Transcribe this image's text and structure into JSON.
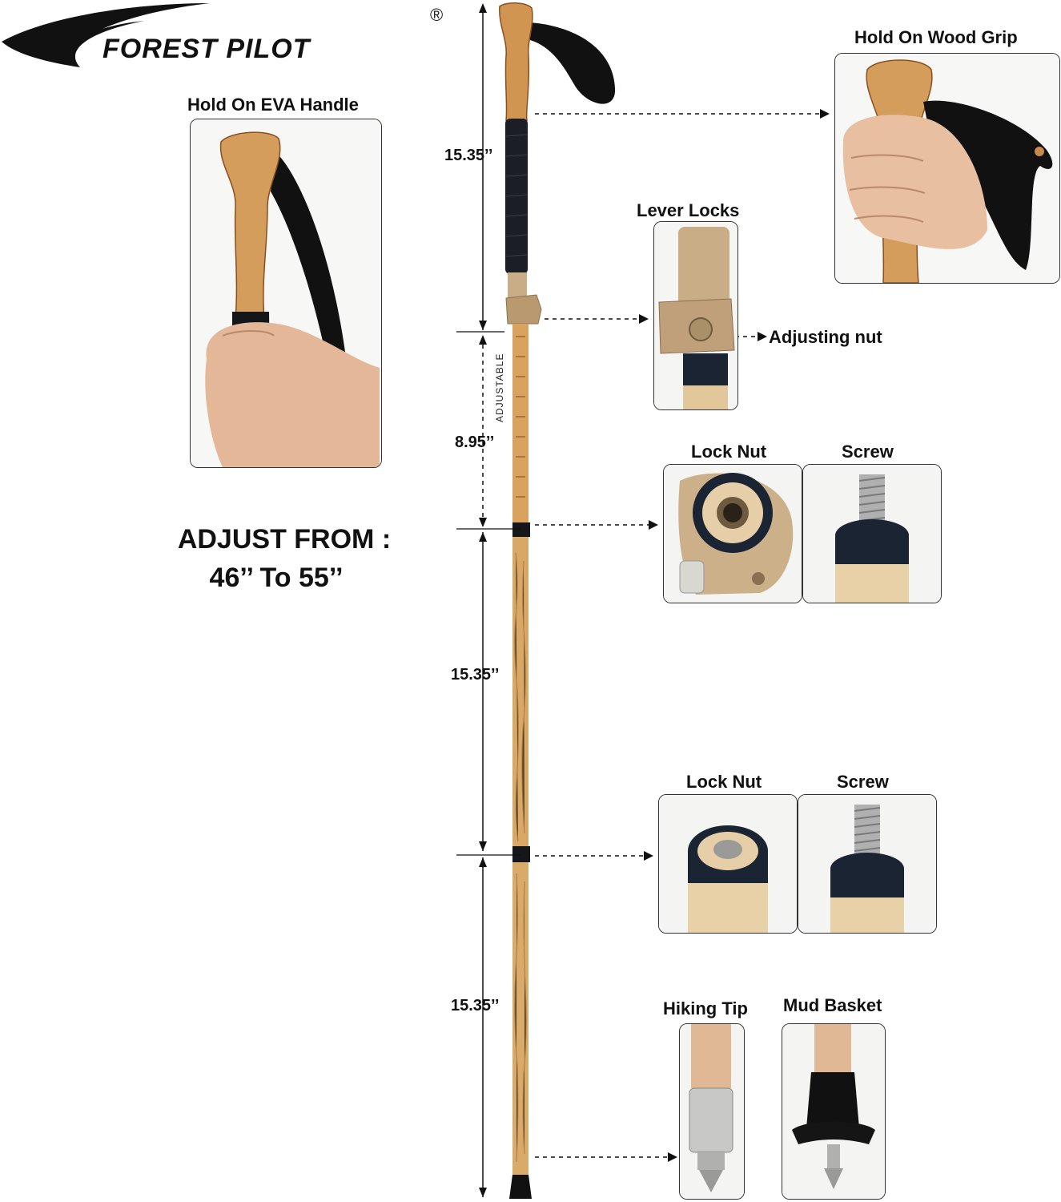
{
  "brand": {
    "name": "FOREST PILOT",
    "registered_mark": "®"
  },
  "labels": {
    "eva_handle": "Hold On EVA Handle",
    "wood_grip": "Hold On Wood Grip",
    "lever_locks": "Lever Locks",
    "adjusting_nut": "Adjusting nut",
    "lock_nut_1": "Lock Nut",
    "screw_1": "Screw",
    "lock_nut_2": "Lock Nut",
    "screw_2": "Screw",
    "hiking_tip": "Hiking Tip",
    "mud_basket": "Mud Basket"
  },
  "adjust": {
    "line1": "ADJUST FROM :",
    "line2": "46’’ To 55’’"
  },
  "dimensions": {
    "section1": "15.35’’",
    "adjustable_label": "ADJUSTABLE",
    "adjustable": "8.95’’",
    "section2": "15.35’’",
    "section3": "15.35’’"
  },
  "colors": {
    "wood": "#d9a25e",
    "wood_dark": "#9a5a24",
    "lever": "#c9ad86",
    "foam": "#1c1e26",
    "strap": "#111111"
  }
}
